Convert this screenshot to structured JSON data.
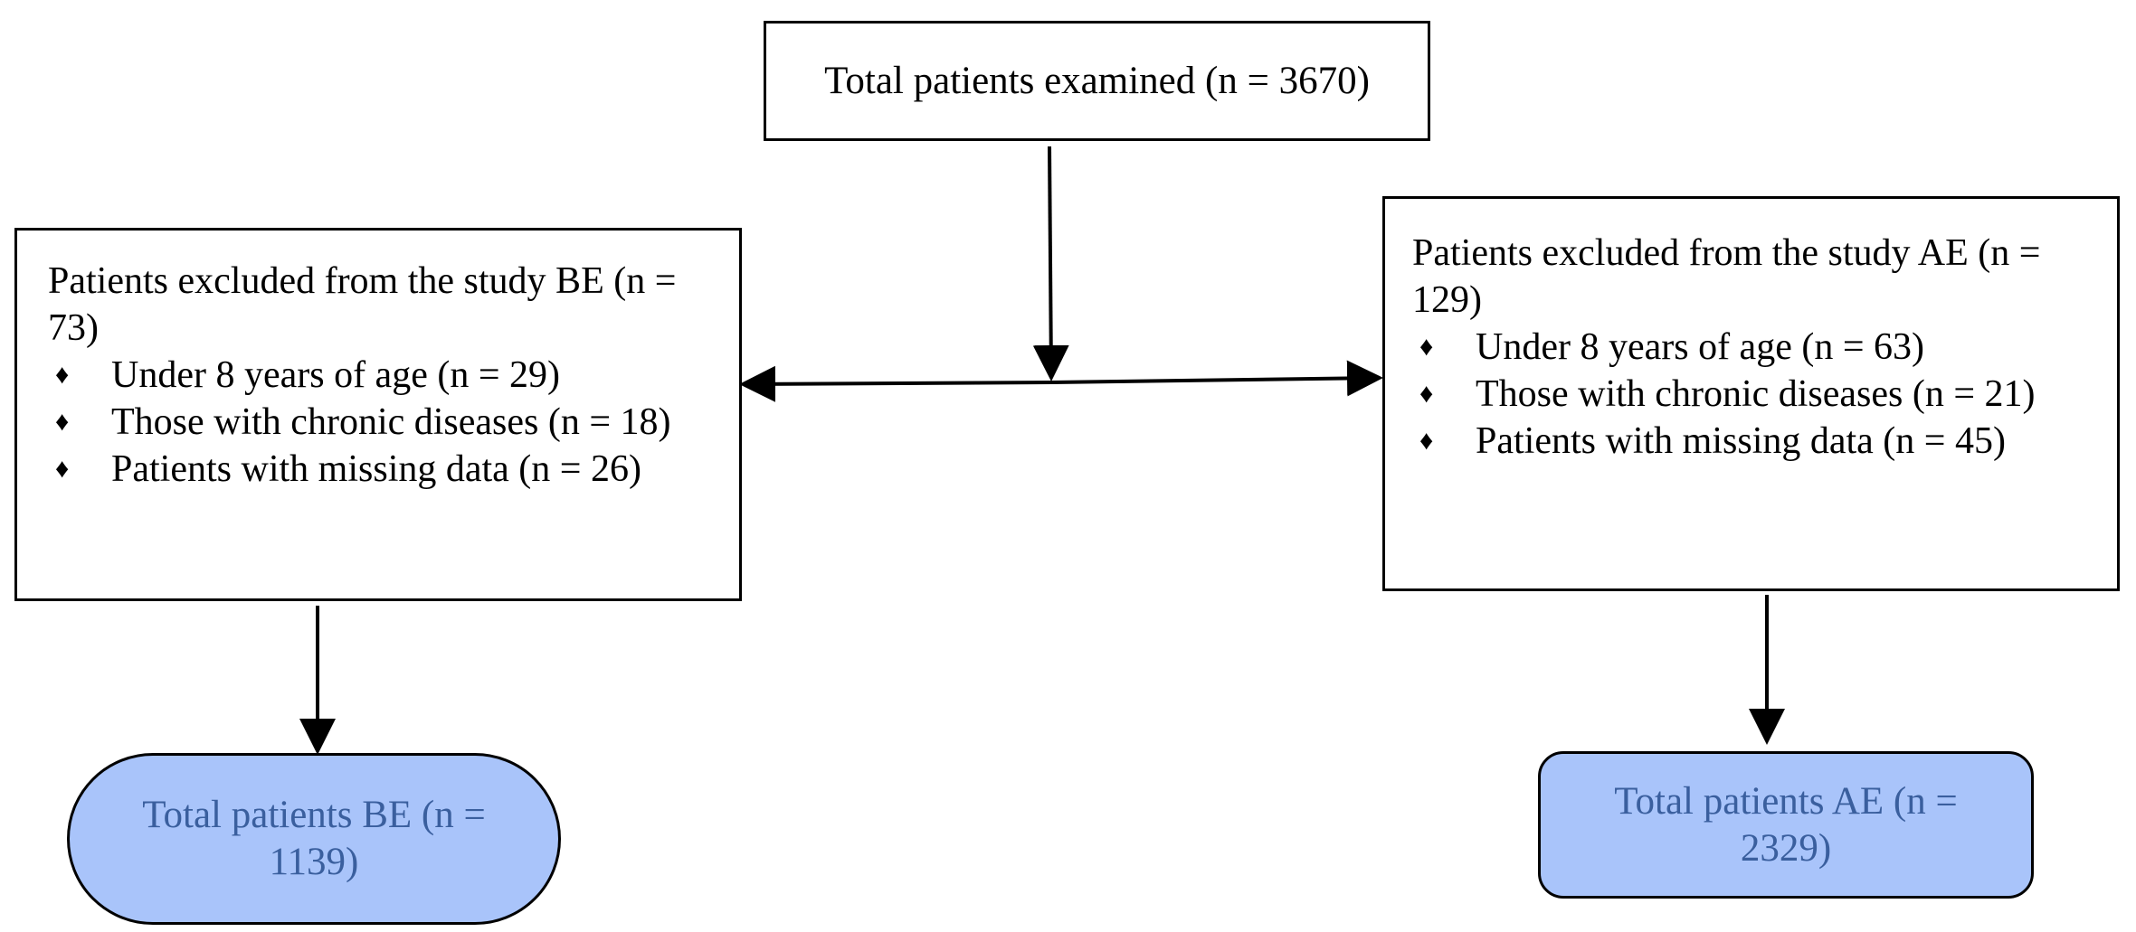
{
  "top_box": {
    "label": "Total patients examined (n = 3670)"
  },
  "left_box": {
    "title": "Patients excluded from the study BE (n = 73)",
    "items": [
      "Under 8 years of age (n = 29)",
      "Those with chronic diseases (n = 18)",
      "Patients with missing data (n = 26)"
    ]
  },
  "right_box": {
    "title": "Patients excluded from the study AE (n = 129)",
    "items": [
      "Under 8 years of age (n = 63)",
      "Those with chronic diseases (n = 21)",
      "Patients with missing data (n = 45)"
    ]
  },
  "left_result": {
    "label": "Total patients BE (n = 1139)"
  },
  "right_result": {
    "label": "Total patients AE (n = 2329)"
  },
  "colors": {
    "result_fill": "#a9c4fa",
    "result_text": "#3a5f9e",
    "line": "#000000"
  },
  "icons": {
    "bullet": "♦"
  }
}
